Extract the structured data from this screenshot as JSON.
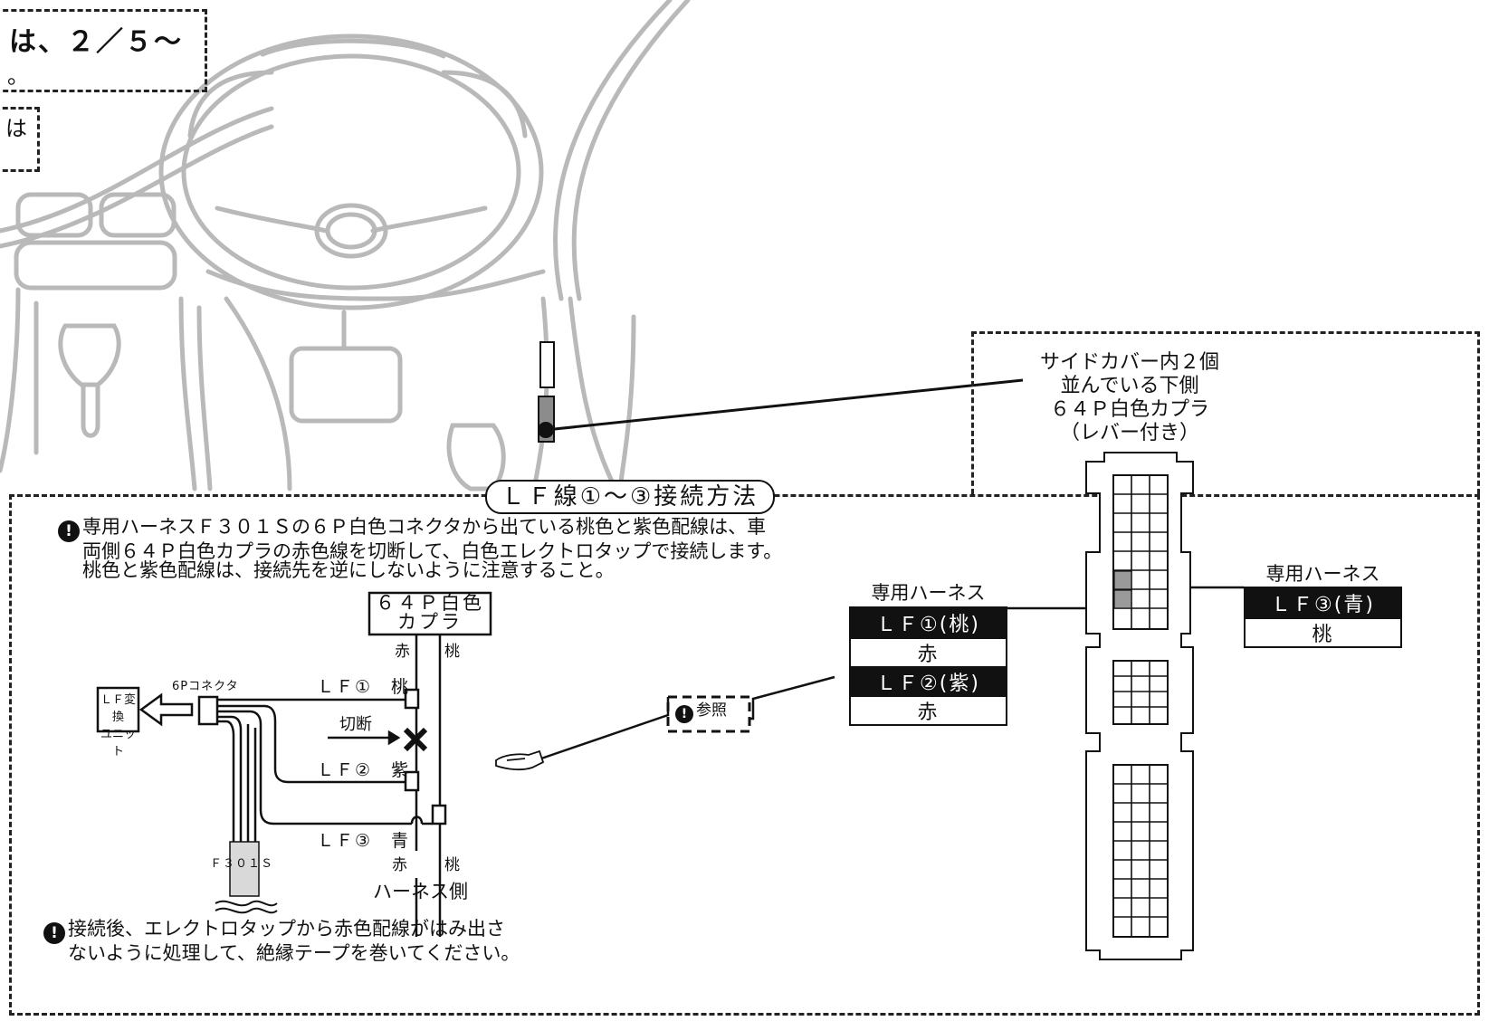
{
  "top_notes": {
    "note1_line1": "は、２／５～",
    "note1_line2": "。",
    "note2": "は"
  },
  "location_label": {
    "line1": "サイドカバー内２個",
    "line2": "並んでいる下側",
    "line3": "６４Ｐ白色カプラ",
    "line4": "（レバー付き）"
  },
  "section_title": "ＬＦ線①～③接続方法",
  "notes": {
    "instruction_line1": "専用ハーネスＦ３０１Ｓの６Ｐ白色コネクタから出ている桃色と紫色配線は、車",
    "instruction_line2": "両側６４Ｐ白色カプラの赤色線を切断して、白色エレクトロタップで接続します。",
    "instruction_line3": "桃色と紫色配線は、接続先を逆にしないように注意すること。",
    "after_line1": "接続後、エレクトロタップから赤色配線がはみ出さ",
    "after_line2": "ないように処理して、絶縁テープを巻いてください。"
  },
  "wiring": {
    "coupler_line1": "６４Ｐ白色",
    "coupler_line2": "カプラ",
    "red_top": "赤",
    "pink_top": "桃",
    "connector_6p": "6Pコネクタ",
    "lf_unit_line1": "ＬＦ変換",
    "lf_unit_line2": "ユニット",
    "lf1": "ＬＦ①　桃",
    "cut": "切断",
    "lf2": "ＬＦ②　紫",
    "lf3": "ＬＦ③　青",
    "f301s": "Ｆ３０１Ｓ",
    "red_bottom": "赤",
    "pink_bottom": "桃",
    "harness_side": "ハーネス側"
  },
  "reference": "参照",
  "harness_left": {
    "title": "専用ハーネス",
    "rows": [
      {
        "label": "ＬＦ①(桃)",
        "style": "dark"
      },
      {
        "label": "赤",
        "style": "light"
      },
      {
        "label": "ＬＦ②(紫)",
        "style": "dark"
      },
      {
        "label": "赤",
        "style": "light"
      }
    ]
  },
  "harness_right": {
    "title": "専用ハーネス",
    "rows": [
      {
        "label": "ＬＦ③(青)",
        "style": "dark"
      },
      {
        "label": "桃",
        "style": "light"
      }
    ]
  },
  "icons": [
    "warning-icon",
    "pointing-hand-icon",
    "steering-wheel-icon"
  ],
  "colors": {
    "ink": "#111111",
    "dashboard_line": "#b9b9b9",
    "highlight_pin": "#9a9a9a"
  }
}
